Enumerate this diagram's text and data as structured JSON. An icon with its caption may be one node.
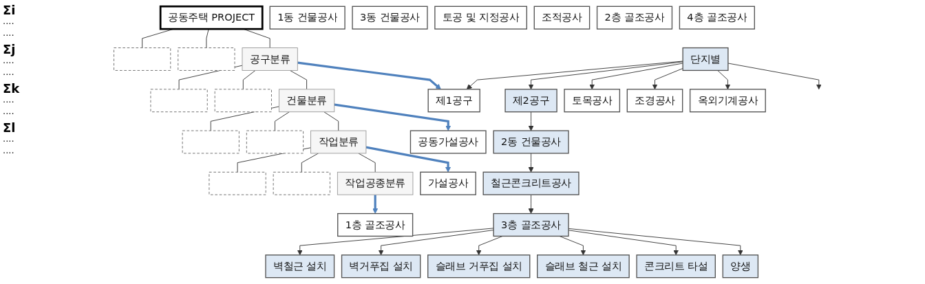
{
  "diagram": {
    "nodes": [
      {
        "text": [
          "공동주택 PROJECT"
        ]
      },
      {
        "text": [],
        "shape": "box"
      },
      {
        "text": [],
        "shape": "box"
      },
      {
        "text": [
          "공구분류"
        ]
      },
      {
        "text": [],
        "shape": "box"
      },
      {
        "text": [],
        "shape": "box"
      },
      {
        "text": [
          "건물분류"
        ]
      },
      {
        "text": [],
        "shape": "box"
      },
      {
        "text": [],
        "shape": "box"
      },
      {
        "text": [
          "작업분류"
        ]
      },
      {
        "text": [],
        "shape": "box"
      },
      {
        "text": [],
        "shape": "box"
      },
      {
        "text": [
          "작업공종분류"
        ]
      },
      {
        "text": [
          "단지별"
        ]
      },
      {
        "text": [
          "제1공구"
        ]
      },
      {
        "text": [
          "제2공구"
        ]
      },
      {
        "text": [
          "토목공사"
        ]
      },
      {
        "text": [
          "조경공사"
        ]
      },
      {
        "text": [
          "옥외기계공사"
        ]
      },
      {
        "text": [
          "공동가설공사"
        ]
      },
      {
        "text": [
          "1동 건물공사"
        ]
      },
      {
        "text": [
          "2동 건물공사"
        ]
      },
      {
        "text": [
          "3동 건물공사"
        ]
      },
      {
        "text": [
          "가설공사"
        ]
      },
      {
        "text": [
          "토공 및 지정공사"
        ]
      },
      {
        "text": [
          "철근콘크리트공사"
        ]
      },
      {
        "text": [
          "조적공사"
        ]
      },
      {
        "text": [
          "1층 골조공사"
        ]
      },
      {
        "text": [
          "2층 골조공사"
        ]
      },
      {
        "text": [
          "3층 골조공사"
        ]
      },
      {
        "text": [
          "4층 골조공사"
        ]
      },
      {
        "text": [
          "벽철근 설치"
        ]
      },
      {
        "text": [
          "벽거푸집 설치"
        ]
      },
      {
        "text": [
          "슬래브 거푸집 설치"
        ]
      },
      {
        "text": [
          "슬래브 철근 설치"
        ]
      },
      {
        "text": [
          "콘크리트 타설"
        ]
      },
      {
        "text": [
          "양생"
        ]
      }
    ],
    "edges": [
      {
        "from": 0,
        "to": 1,
        "arrow": "none"
      },
      {
        "from": 0,
        "to": 2,
        "arrow": "none"
      },
      {
        "from": 0,
        "to": 3,
        "arrow": "none"
      },
      {
        "from": 3,
        "to": 4,
        "arrow": "none"
      },
      {
        "from": 3,
        "to": 5,
        "arrow": "none"
      },
      {
        "from": 3,
        "to": 6,
        "arrow": "none"
      },
      {
        "from": 6,
        "to": 7,
        "arrow": "none"
      },
      {
        "from": 6,
        "to": 8,
        "arrow": "none"
      },
      {
        "from": 6,
        "to": 9,
        "arrow": "none"
      },
      {
        "from": 9,
        "to": 10,
        "arrow": "none"
      },
      {
        "from": 9,
        "to": 11,
        "arrow": "none"
      },
      {
        "from": 9,
        "to": 12,
        "arrow": "none"
      },
      {
        "from": 3,
        "to": 14,
        "arrow": "to",
        "style": "thick",
        "color": "#4f81bd"
      },
      {
        "from": 6,
        "to": 19,
        "arrow": "to",
        "style": "thick",
        "color": "#4f81bd"
      },
      {
        "from": 9,
        "to": 23,
        "arrow": "to",
        "style": "thick",
        "color": "#4f81bd"
      },
      {
        "from": 12,
        "to": 27,
        "arrow": "to",
        "style": "thick",
        "color": "#4f81bd"
      },
      {
        "from": 13,
        "to": 14,
        "arrow": "to"
      },
      {
        "from": 13,
        "to": 15,
        "arrow": "to"
      },
      {
        "from": 13,
        "to": 16,
        "arrow": "to"
      },
      {
        "from": 13,
        "to": 17,
        "arrow": "to"
      },
      {
        "from": 13,
        "to": 18,
        "arrow": "to"
      },
      {
        "from": 13,
        "to": null,
        "arrow": "to"
      },
      {
        "from": 15,
        "to": 21,
        "arrow": "to"
      },
      {
        "from": 21,
        "to": 25,
        "arrow": "to"
      },
      {
        "from": 25,
        "to": 29,
        "arrow": "to"
      },
      {
        "from": 29,
        "to": 31,
        "arrow": "to"
      },
      {
        "from": 29,
        "to": 32,
        "arrow": "to"
      },
      {
        "from": 29,
        "to": 33,
        "arrow": "to"
      },
      {
        "from": 29,
        "to": 34,
        "arrow": "to"
      },
      {
        "from": 29,
        "to": 35,
        "arrow": "to"
      },
      {
        "from": 29,
        "to": 36,
        "arrow": "to"
      }
    ],
    "labels": [
      "Σi",
      "····",
      "····",
      "Σj",
      "····",
      "····",
      "Σk",
      "····",
      "····",
      "Σl",
      "····",
      "····"
    ]
  }
}
